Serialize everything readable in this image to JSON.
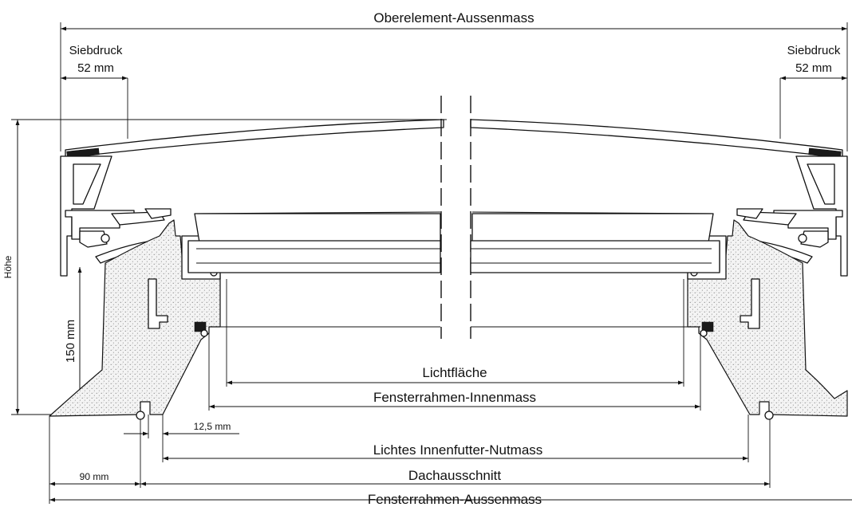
{
  "drawing": {
    "labels": {
      "overall_width": "Oberelement-Aussenmass",
      "print_left_title": "Siebdruck",
      "print_left_value": "52 mm",
      "print_right_title": "Siebdruck",
      "print_right_value": "52 mm",
      "height": "Höhe",
      "frame_height": "150 mm",
      "light_area": "Lichtfläche",
      "frame_inner": "Fensterrahmen-Innenmass",
      "groove_offset": "12,5 mm",
      "lining_groove": "Lichtes Innenfutter-Nutmass",
      "flange_width": "90 mm",
      "roof_cutout": "Dachausschnitt",
      "frame_outer": "Fensterrahmen-Aussenmass"
    }
  }
}
